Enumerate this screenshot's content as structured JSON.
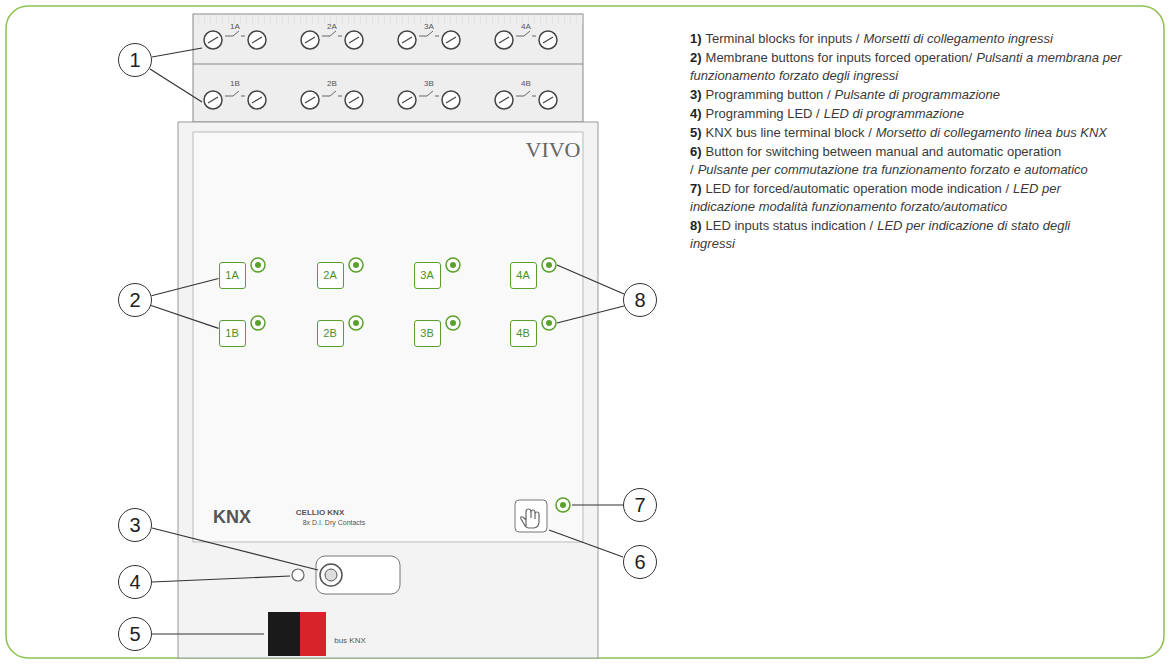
{
  "diagram": {
    "nodes": [
      {
        "text": [
          "1"
        ]
      },
      {
        "text": [
          "2"
        ]
      },
      {
        "text": [
          "3"
        ]
      },
      {
        "text": [
          "4"
        ]
      },
      {
        "text": [
          "5"
        ]
      },
      {
        "text": [
          "6"
        ]
      },
      {
        "text": [
          "7"
        ]
      },
      {
        "text": [
          "8"
        ]
      },
      {
        "text": [
          "1A"
        ]
      },
      {
        "text": [
          "2A"
        ]
      },
      {
        "text": [
          "3A"
        ]
      },
      {
        "text": [
          "4A"
        ]
      },
      {
        "text": [
          "1B"
        ]
      },
      {
        "text": [
          "2B"
        ]
      },
      {
        "text": [
          "3B"
        ]
      },
      {
        "text": [
          "4B"
        ]
      }
    ],
    "edges": [
      {
        "from": 1,
        "to": 8,
        "arrow": "none"
      },
      {
        "from": 1,
        "to": 12,
        "arrow": "none"
      }
    ],
    "labels": [
      "1)",
      "Terminal blocks for inputs /",
      "Morsetti di collegamento ingressi",
      "2)",
      "Membrane buttons for inputs forced operation/",
      "Pulsanti a membrana per funzionamento forzato degli ingressi",
      "3)",
      "Programming button /",
      "Pulsante di programmazione",
      "4)",
      "Programming LED /",
      "LED di programmazione",
      "5)",
      "KNX bus line terminal block /",
      "Morsetto di collegamento linea bus KNX",
      "6)",
      "Button for switching between manual and automatic operation /",
      "Pulsante per commutazione tra funzionamento forzato e automatico",
      "7)",
      "LED for forced/automatic operation mode indication /",
      "LED per indicazione modalità funzionamento forzato/automatico",
      "8)",
      "LED inputs status indication /",
      "LED per indicazione di stato degli ingressi",
      "VIVO",
      "CELLIO KNX",
      "8x D.I. Dry Contacts",
      "KNX",
      "bus KNX",
      "1A",
      "2A",
      "3A",
      "4A",
      "1B",
      "2B",
      "3B",
      "4B"
    ]
  }
}
